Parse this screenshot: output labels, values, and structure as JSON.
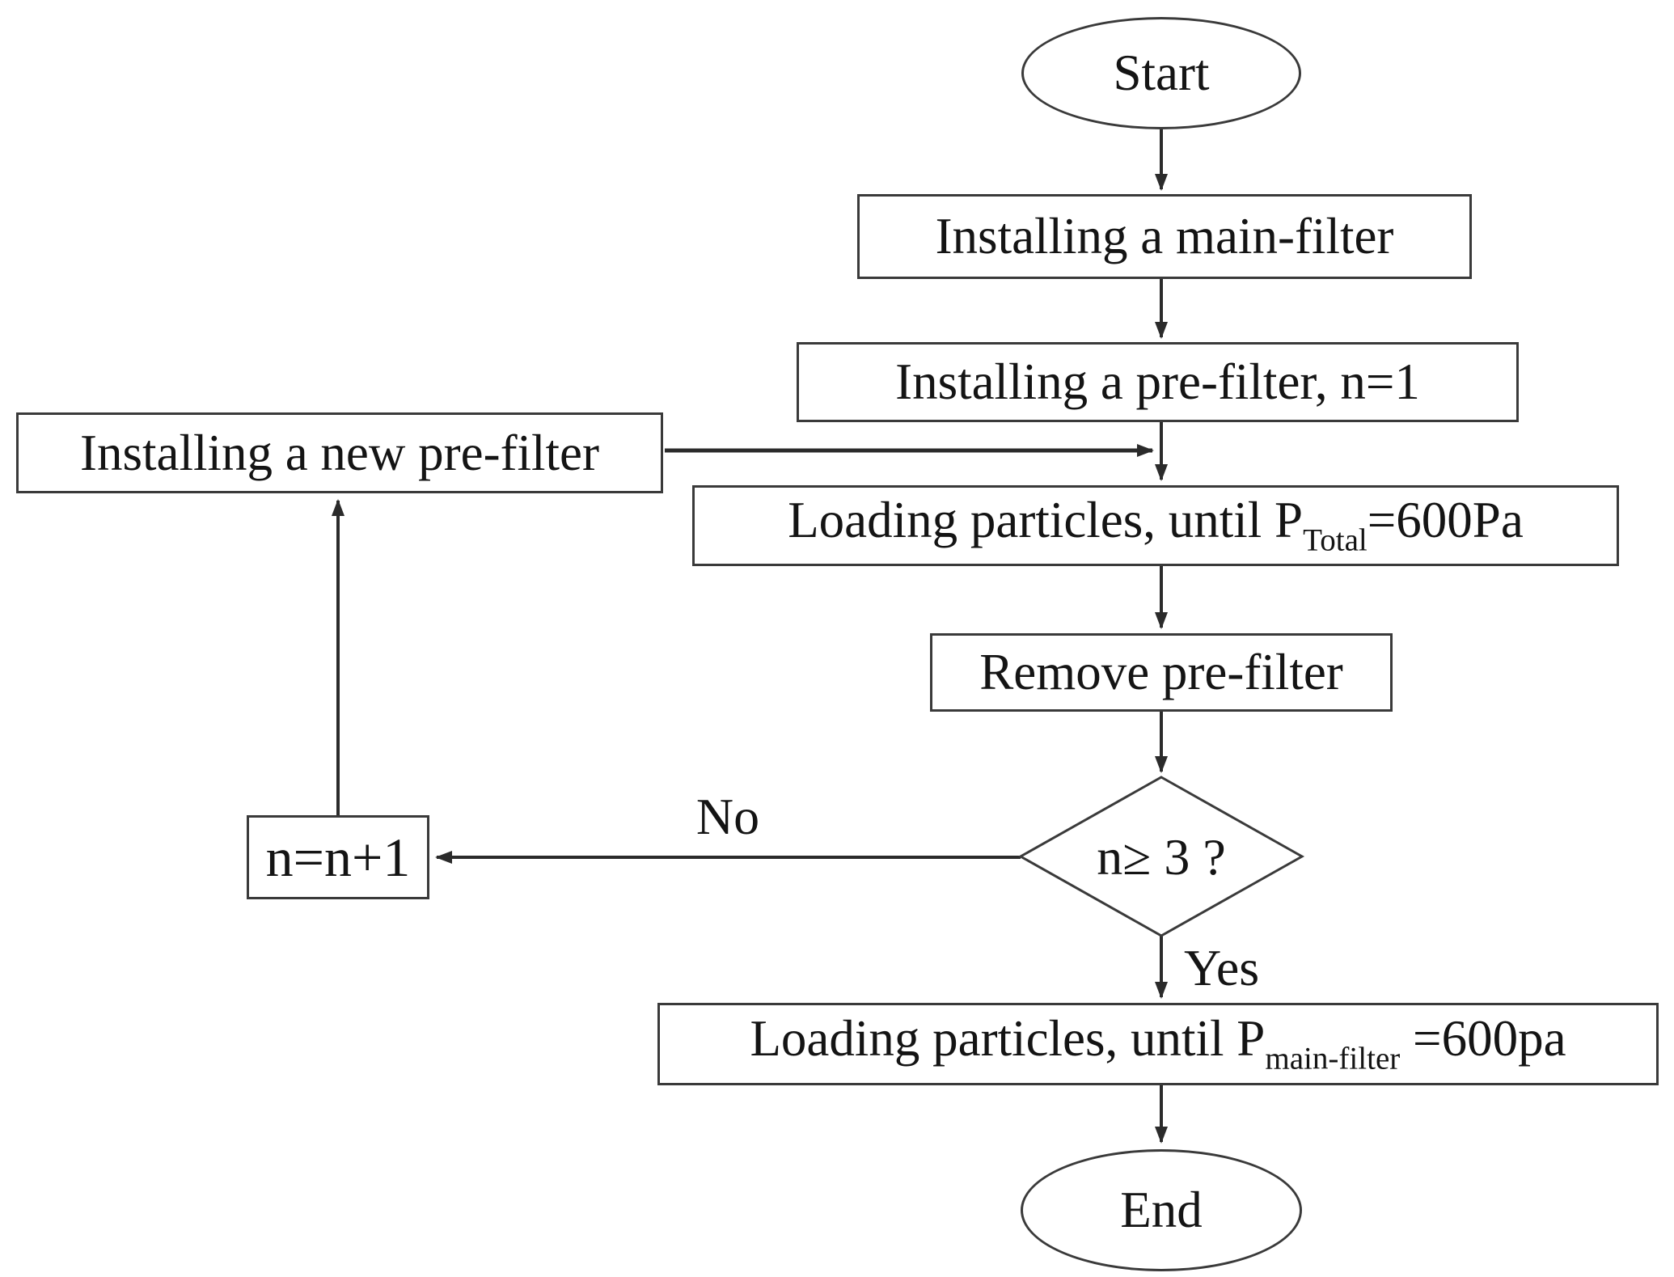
{
  "figure": {
    "background": "#ffffff",
    "line_color": "#2b2b2b",
    "border_color": "#3a3a3a",
    "text_color": "#141414"
  },
  "nodes": {
    "start": {
      "label": "Start"
    },
    "install_main_filter": {
      "label": "Installing a main-filter"
    },
    "install_pre_filter": {
      "label": "Installing a pre-filter, n=1"
    },
    "install_new_pre_filter": {
      "label": "Installing a new pre-filter"
    },
    "loading_until_p_total": {
      "label_pre": "Loading particles, until P",
      "label_sub": "Total",
      "label_post": "=600Pa"
    },
    "remove_pre_filter": {
      "label": "Remove pre-filter"
    },
    "decision_n_ge_3": {
      "label": "n≥ 3 ?"
    },
    "increment_n": {
      "label": "n=n+1"
    },
    "loading_until_p_main": {
      "label_pre": "Loading particles, until P",
      "label_sub": "main-filter",
      "label_post": " =600pa"
    },
    "end": {
      "label": "End"
    }
  },
  "edge_labels": {
    "no": "No",
    "yes": "Yes"
  }
}
